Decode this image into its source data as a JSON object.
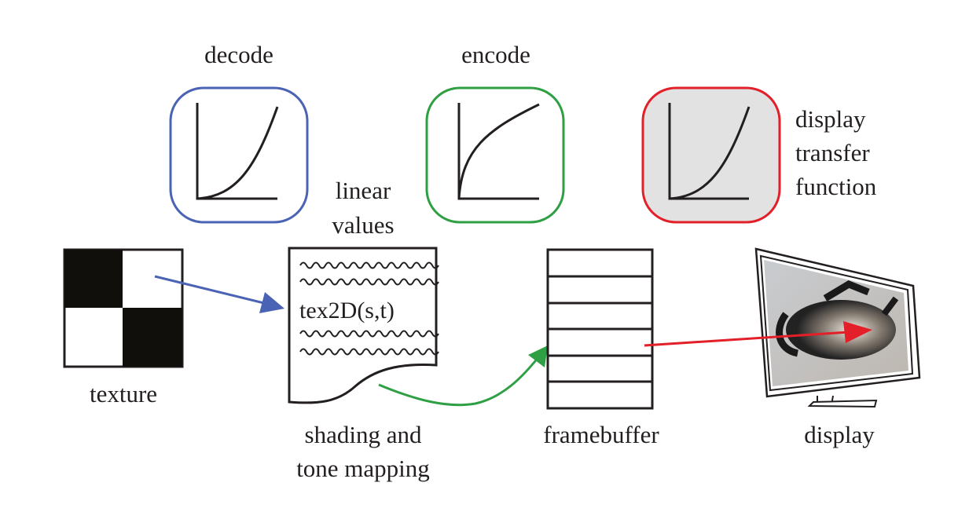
{
  "labels": {
    "decode": "decode",
    "encode": "encode",
    "display_tf": [
      "display",
      "transfer",
      "function"
    ],
    "linear_values": [
      "linear",
      "values"
    ],
    "texture": "texture",
    "shader_code": "tex2D(s,t)",
    "shading": [
      "shading and",
      "tone mapping"
    ],
    "framebuffer": "framebuffer",
    "display": "display"
  },
  "colors": {
    "decode": "#4a63b4",
    "encode": "#2ea043",
    "display": "#e3202a",
    "display_fill": "#e2e2e2",
    "ink": "#231f20"
  },
  "icons": {
    "decode_curve": "convex-power-curve",
    "encode_curve": "concave-power-curve",
    "display_curve": "convex-power-curve",
    "display_device": "monitor-with-teapot"
  }
}
